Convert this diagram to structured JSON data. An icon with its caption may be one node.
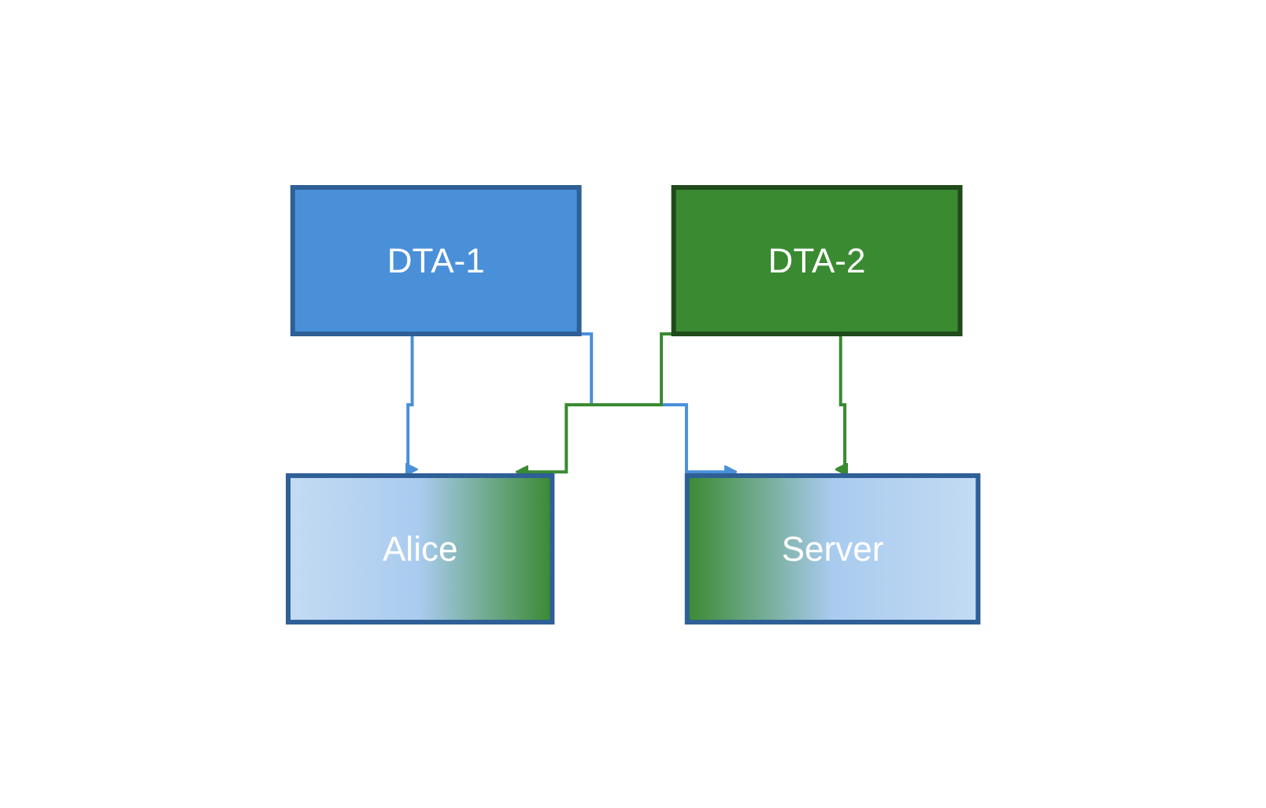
{
  "diagram": {
    "nodes": [
      {
        "text": [
          "DTA-1"
        ]
      },
      {
        "text": [
          "DTA-2"
        ]
      },
      {
        "text": [
          "Alice"
        ]
      },
      {
        "text": [
          "Server"
        ]
      }
    ],
    "edges": [
      {
        "from": 0,
        "to": 2,
        "arrow": "to",
        "color": "#4a90d9"
      },
      {
        "from": 0,
        "to": 3,
        "arrow": "to",
        "color": "#4a90d9"
      },
      {
        "from": 1,
        "to": 2,
        "arrow": "to",
        "color": "#3a8a32"
      },
      {
        "from": 1,
        "to": 3,
        "arrow": "to",
        "color": "#3a8a32"
      }
    ]
  }
}
